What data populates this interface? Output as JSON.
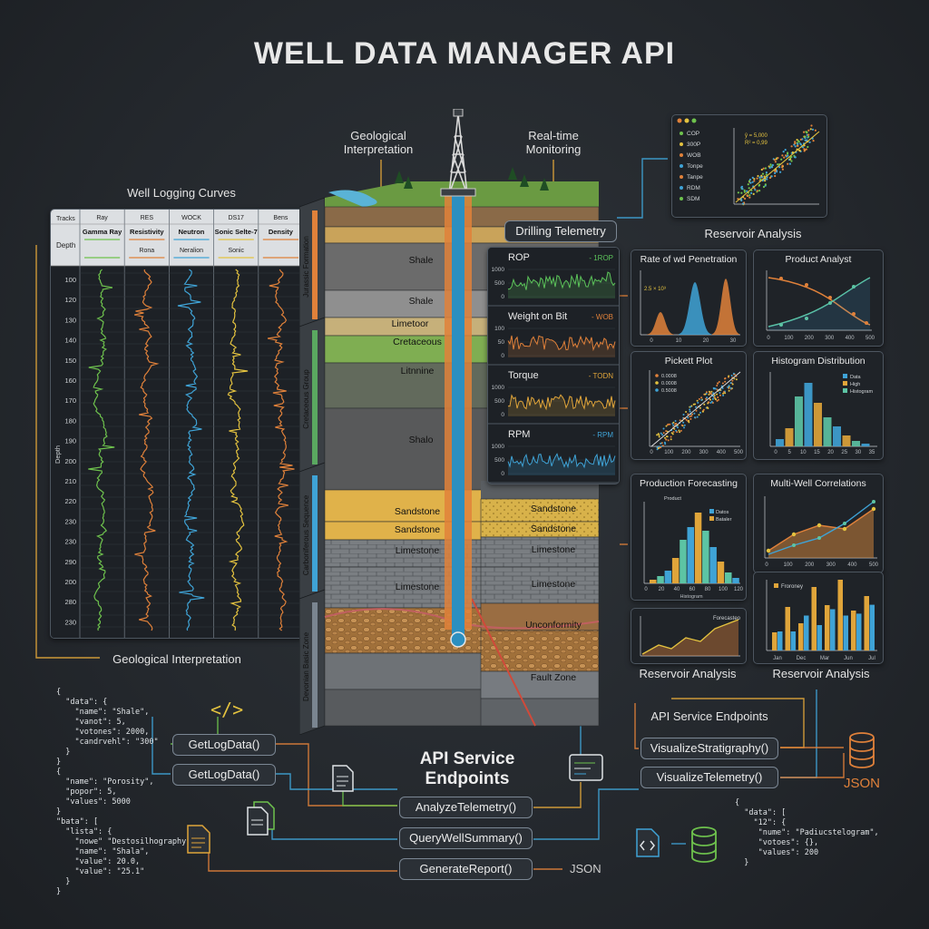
{
  "title": "WELL DATA MANAGER API",
  "labels": {
    "geo_interp_top": "Geological\nInterpretation",
    "realtime": "Real-time\nMonitoring",
    "well_logging": "Well Logging Curves",
    "geo_interp_bottom": "Geological Interpretation",
    "reservoir_top": "Reservoir Analysis",
    "reservoir_bottom_left": "Reservoir Analysis",
    "reservoir_bottom_right": "Reservoir Analysis",
    "api_endpoints_small": "API Service Endpoints",
    "api_endpoints_big": "API Service\nEndpoints",
    "json_right": "JSON",
    "json_bottom": "JSON",
    "code_icon": "</>"
  },
  "log_panel": {
    "tracks_label": "Tracks",
    "depth_label": "Depth",
    "depth_axis_label": "Depth",
    "tracks": [
      {
        "h1": "Ray",
        "h2": "Gamma Ray",
        "h3": "",
        "color": "#6ec24d"
      },
      {
        "h1": "RES",
        "h2": "Resistivity",
        "h3": "Rona",
        "color": "#e0813a"
      },
      {
        "h1": "WOCK",
        "h2": "Neutron",
        "h3": "Neralion",
        "color": "#3fa3d6"
      },
      {
        "h1": "DS17",
        "h2": "Sonic Selte-7",
        "h3": "Sonic",
        "color": "#e3c23f"
      },
      {
        "h1": "Bens",
        "h2": "Density",
        "h3": "",
        "color": "#e0813a"
      }
    ],
    "depths": [
      "100",
      "120",
      "130",
      "140",
      "150",
      "160",
      "170",
      "180",
      "190",
      "200",
      "210",
      "220",
      "230",
      "230",
      "290",
      "200",
      "280",
      "230"
    ]
  },
  "formations_left": [
    "Jurassic Formation",
    "Cretaceous Group",
    "Carboniferous Sequence",
    "Devonian Basic Zone"
  ],
  "strata_left": [
    "Shale",
    "Shale",
    "Limetoor",
    "Cretaceous",
    "Litnnine",
    "Shalo",
    "Sandstone",
    "Sandstone",
    "Limestone",
    "Limestone"
  ],
  "strata_right": [
    "Sandstone",
    "Sandstone",
    "Limestone",
    "Limestone",
    "Unconformity",
    "Fault Zone"
  ],
  "drilling": {
    "title": "Drilling Telemetry",
    "charts": [
      {
        "name": "ROP",
        "tag": "- 1ROP",
        "color": "#5cc45a",
        "ticks": [
          "1000",
          "500",
          "0"
        ]
      },
      {
        "name": "Weight on Bit",
        "tag": "- WOB",
        "color": "#e0813a",
        "ticks": [
          "100",
          "50",
          "0"
        ]
      },
      {
        "name": "Torque",
        "tag": "- TODN",
        "color": "#e0a53a",
        "ticks": [
          "1000",
          "500",
          "0"
        ]
      },
      {
        "name": "RPM",
        "tag": "- RPM",
        "color": "#3fa3d6",
        "ticks": [
          "1000",
          "500",
          "0"
        ]
      }
    ]
  },
  "panels": {
    "top_scatter": {
      "legend": [
        "COP",
        "300P",
        "WOB",
        "Tonpe",
        "Tanpe",
        "RDM",
        "SDM"
      ],
      "note": "ŷ = 5,000\nR² = 0,99"
    },
    "rate_penetration": {
      "title": "Rate of wd Penetration",
      "note": "2.5 × 10³",
      "ticks": [
        "0",
        "10",
        "20",
        "30"
      ]
    },
    "product_analyst": {
      "title": "Product Analyst",
      "ticks": [
        "0",
        "100",
        "200",
        "300",
        "400",
        "500"
      ]
    },
    "pickett": {
      "title": "Pickett Plot",
      "legend": [
        "0.0008",
        "0.0008",
        "0.5008"
      ],
      "ticks": [
        "0",
        "100",
        "200",
        "300",
        "400",
        "500"
      ]
    },
    "histogram": {
      "title": "Histogram Distribution",
      "legend": [
        "Data",
        "High",
        "Histogram"
      ],
      "ticks": [
        "0",
        "5",
        "10",
        "15",
        "20",
        "25",
        "30",
        "35"
      ]
    },
    "production": {
      "title": "Production Forecasting",
      "legend": [
        "Product",
        "Datos",
        "Bataler"
      ],
      "ticks": [
        "0",
        "20",
        "40",
        "60",
        "80",
        "100",
        "120"
      ],
      "xlabel": "Histogram"
    },
    "multiwell": {
      "title": "Multi-Well Correlations",
      "ticks": [
        "0",
        "100",
        "200",
        "300",
        "400",
        "500"
      ]
    },
    "forecast": {
      "legend": "Forecasteo"
    },
    "bars": {
      "legend": "Froroney",
      "ticks": [
        "Jan",
        "Dec",
        "Mar",
        "Jun",
        "Jul"
      ]
    }
  },
  "buttons": {
    "getlog1": "GetLogData()",
    "getlog2": "GetLogData()",
    "analyze": "AnalyzeTelemetry()",
    "query": "QueryWellSummary()",
    "report": "GenerateReport()",
    "vis_strat": "VisualizeStratigraphy()",
    "vis_tele": "VisualizeTelemetry()"
  },
  "code_left": "{\n  \"data\": {\n    \"name\": \"Shale\",\n    \"vanot\": 5,\n    \"votones\": 2000,\n    \"candrvehl\": \"300\"\n  }\n}\n{\n  \"name\": \"Porosity\",\n  \"popor\": 5,\n  \"values\": 5000\n}\n\"bata\": [\n  \"lista\": {\n    \"nowe\" \"Destosilhography\",\n    \"name\": \"Shala\",\n    \"value\": 20.0,\n    \"value\": \"25.1\"\n  }\n}",
  "code_right": "{\n  \"data\": [\n    \"12\": {\n     \"nume\": \"Padiucstelogram\",\n     \"votoes\": {},\n     \"values\": 200\n  }"
}
